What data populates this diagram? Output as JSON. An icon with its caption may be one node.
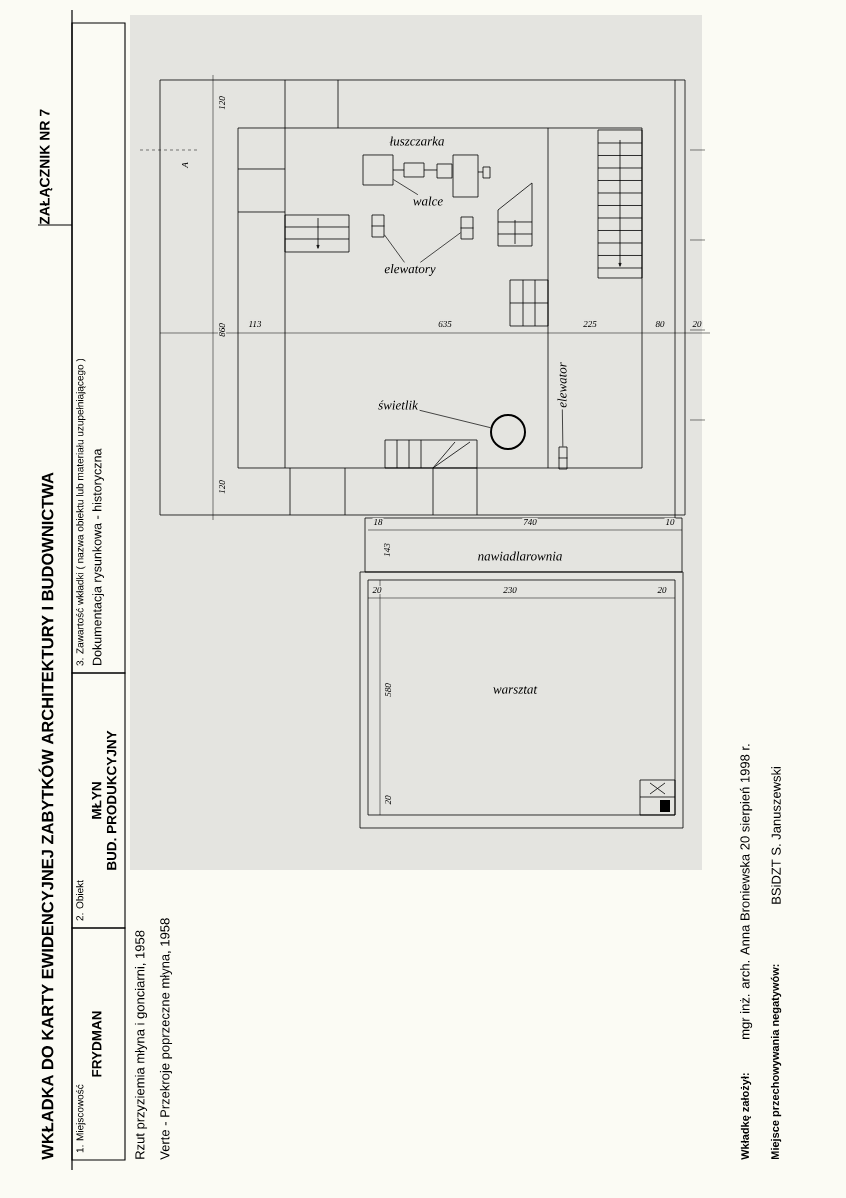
{
  "diagram": {
    "title": "WKŁADKA DO KARTY EWIDENCYJNEJ ZABYTKÓW ARCHITEKTURY I BUDOWNICTWA",
    "nodes": [
      {
        "text": [
          "1. Miejscowość",
          "FRYDMAN"
        ]
      },
      {
        "text": [
          "2. Obiekt",
          "MŁYN",
          "BUD. PRODUKCYJNY"
        ]
      },
      {
        "text": [
          "3. Zawartość wkładki ( nazwa obiektu lub materiału uzupełniającego )",
          "Dokumentacja rysunkowa - historyczna"
        ]
      },
      {
        "text": [],
        "shape": "box"
      },
      {
        "text": [
          "walce"
        ]
      },
      {
        "text": [],
        "shape": "box"
      },
      {
        "text": [],
        "shape": "box"
      },
      {
        "text": [
          "elewatory"
        ]
      },
      {
        "text": [
          "elewator"
        ]
      },
      {
        "text": [
          "świetlik"
        ]
      },
      {
        "text": [],
        "shape": "circle"
      },
      {
        "text": [],
        "shape": "box"
      }
    ],
    "edges": [
      {
        "from": 4,
        "to": 3,
        "arrow": "none"
      },
      {
        "from": 7,
        "to": 5,
        "arrow": "none"
      },
      {
        "from": 7,
        "to": 6,
        "arrow": "none"
      },
      {
        "from": 8,
        "to": 11,
        "arrow": "none"
      },
      {
        "from": 9,
        "to": 10,
        "arrow": "none"
      }
    ],
    "labels": [
      "ZAŁĄCZNIK NR 7",
      "Rzut przyziemia młyna i gonciarni, 1958",
      "Verte - Przekroje poprzeczne młyna, 1958",
      "Wkładkę założył:",
      "mgr inż. arch. Anna Broniewska 20 sierpień 1998 r.",
      "Miejsce przechowywania negatywów:",
      "BSiDZT S. Januszewski",
      "łuszczarka",
      "A",
      "120",
      "860",
      "113",
      "635",
      "225",
      "80",
      "20",
      "120",
      "18",
      "143",
      "740",
      "10",
      "nawiadlarownia",
      "20",
      "230",
      "20",
      "580",
      "warsztat",
      "20"
    ]
  }
}
